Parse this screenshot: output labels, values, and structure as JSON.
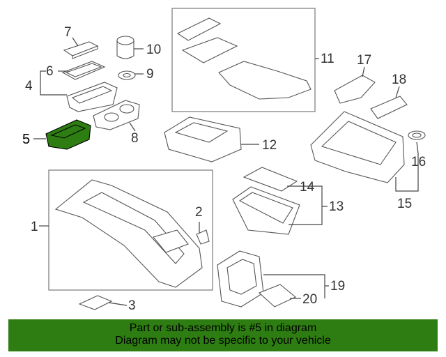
{
  "colors": {
    "highlight": "#2e7d12",
    "banner": "#2e7d12",
    "linework": "#555555"
  },
  "highlighted_part": "5",
  "callouts": {
    "c1": "1",
    "c2": "2",
    "c3": "3",
    "c4": "4",
    "c5": "5",
    "c6": "6",
    "c7": "7",
    "c8": "8",
    "c9": "9",
    "c10": "10",
    "c11": "11",
    "c12": "12",
    "c13": "13",
    "c14": "14",
    "c15": "15",
    "c16": "16",
    "c17": "17",
    "c18": "18",
    "c19": "19",
    "c20": "20"
  },
  "banner": {
    "line1": "Part or sub-assembly is #5 in diagram",
    "line2": "Diagram may not be specific to your vehicle"
  }
}
